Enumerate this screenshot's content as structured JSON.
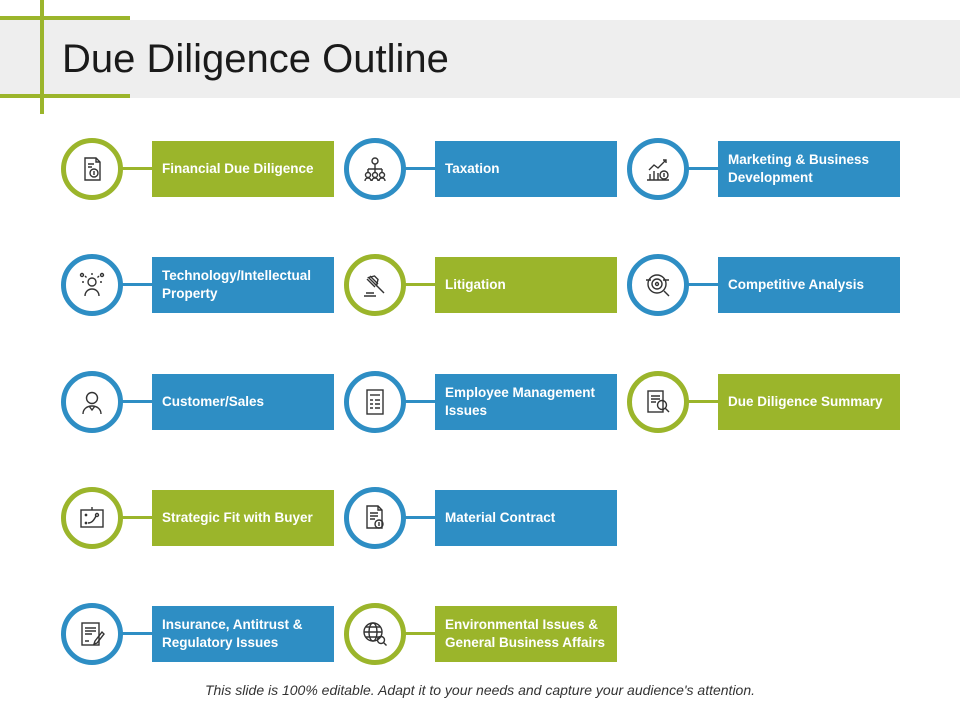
{
  "title": "Due Diligence Outline",
  "footer": "This slide is 100% editable. Adapt it to your needs and capture your audience's attention.",
  "colors": {
    "green": "#9bb52b",
    "blue": "#2e8ec4"
  },
  "items": [
    {
      "label": "Financial Due Diligence",
      "color": "green",
      "icon": "financial-document-icon"
    },
    {
      "label": "Taxation",
      "color": "blue",
      "icon": "organization-chart-icon"
    },
    {
      "label": "Marketing & Business Development",
      "color": "blue",
      "icon": "growth-chart-icon"
    },
    {
      "label": "Technology/Intellectual Property",
      "color": "blue",
      "icon": "idea-person-icon"
    },
    {
      "label": "Litigation",
      "color": "green",
      "icon": "gavel-icon"
    },
    {
      "label": "Competitive Analysis",
      "color": "blue",
      "icon": "target-analysis-icon"
    },
    {
      "label": "Customer/Sales",
      "color": "blue",
      "icon": "customer-icon"
    },
    {
      "label": "Employee Management Issues",
      "color": "blue",
      "icon": "tax-form-icon"
    },
    {
      "label": "Due Diligence Summary",
      "color": "green",
      "icon": "summary-report-icon"
    },
    {
      "label": "Strategic Fit with Buyer",
      "color": "green",
      "icon": "strategy-board-icon"
    },
    {
      "label": "Material Contract",
      "color": "blue",
      "icon": "contract-document-icon"
    },
    {
      "label": "Insurance, Antitrust & Regulatory Issues",
      "color": "blue",
      "icon": "regulatory-document-icon"
    },
    {
      "label": "Environmental Issues & General Business Affairs",
      "color": "green",
      "icon": "globe-search-icon"
    }
  ]
}
